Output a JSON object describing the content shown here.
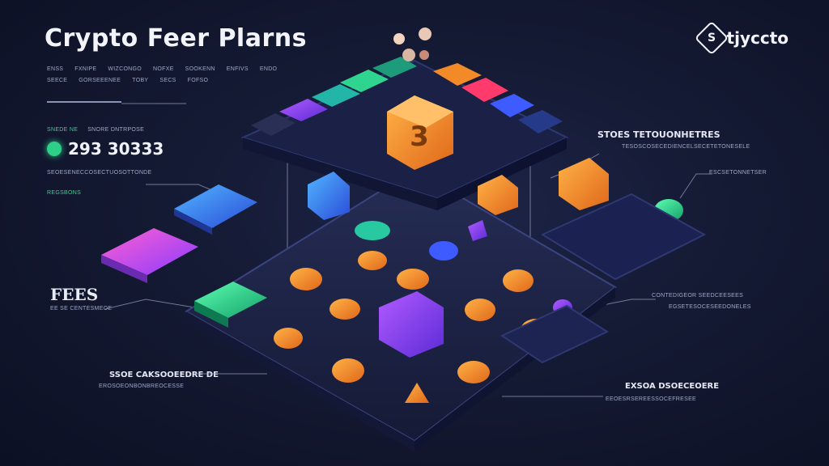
{
  "header": {
    "title": "Crypto Feer Plarns",
    "brand": "tjyccto",
    "brand_logo_glyph": "S"
  },
  "left_panel": {
    "nav_row1": [
      "ENSS",
      "FXNIPE",
      "WIZCONGO",
      "NOFXE",
      "SOOKENN",
      "ENFIVS",
      "ENDO"
    ],
    "nav_row2": [
      "SEECE",
      "GORSEEENEE",
      "TOBY",
      "SECS",
      "FOFSO"
    ],
    "stat_label": "SNEDE NE",
    "stat_label_right": "SNORE DNTRPOSE",
    "stat_value": "293 30333",
    "desc_line": "SEOESENECCOSECTUOSOTTONDE",
    "tag_green": "REGSBONS",
    "fees_label": "FEES",
    "fees_sub": "EE SE CENTESMEOE"
  },
  "callouts": {
    "top_right_title": "STOES TETOUONHETRES",
    "top_right_sub": "TESOSCOSECEDIENCELSECETETONESELE",
    "right_upper": "ESCSETONNETSER",
    "right_mid_title": "CONTEDIGEOR SEEDCEESEES",
    "right_mid_sub": "EGSETESOCESEEDONELES",
    "bottom_left_title": "SSOE CAKSOOEEDRE DE",
    "bottom_left_sub": "EROSOEONBONBREOCESSE",
    "bottom_right_title": "EXSOA DSOECEOERE",
    "bottom_right_sub": "EEOESRSEREESSOCEFRESEE"
  },
  "colors": {
    "accent_green": "#2ecf86",
    "accent_orange": "#f08a24",
    "accent_purple": "#8b4bff",
    "accent_blue": "#3d6bff",
    "board_dark": "#1b2140"
  },
  "icons": {
    "cube": "cube-icon",
    "coin": "coin-icon",
    "logo": "brand-logo-icon"
  }
}
